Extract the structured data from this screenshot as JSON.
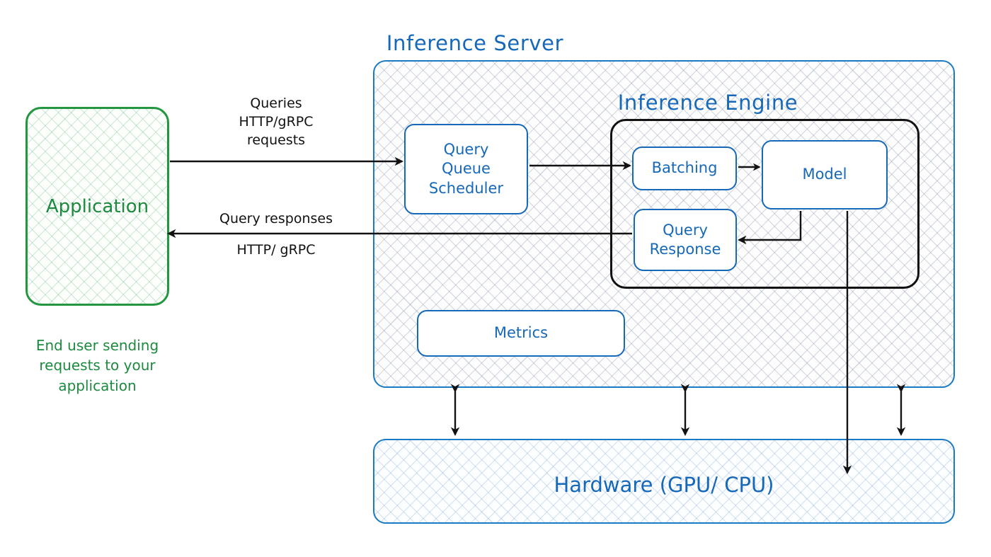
{
  "diagram": {
    "title_inference_server": "Inference Server",
    "title_inference_engine": "Inference Engine",
    "application": {
      "box_label": "Application",
      "caption": "End user sending\nrequests to your\napplication"
    },
    "edges": {
      "request_label": "Queries\nHTTP/gRPC\nrequests",
      "response_label_top": "Query responses",
      "response_label_bottom": "HTTP/ gRPC"
    },
    "nodes": {
      "query_queue_scheduler": "Query\nQueue\nScheduler",
      "batching": "Batching",
      "model": "Model",
      "query_response": "Query\nResponse",
      "metrics": "Metrics",
      "hardware": "Hardware (GPU/ CPU)"
    },
    "colors": {
      "blue": "#1668b8",
      "blue_border": "#1a7ac4",
      "green": "#1d8a3f",
      "green_border": "#23963f",
      "black": "#121212",
      "background": "#ffffff"
    }
  }
}
